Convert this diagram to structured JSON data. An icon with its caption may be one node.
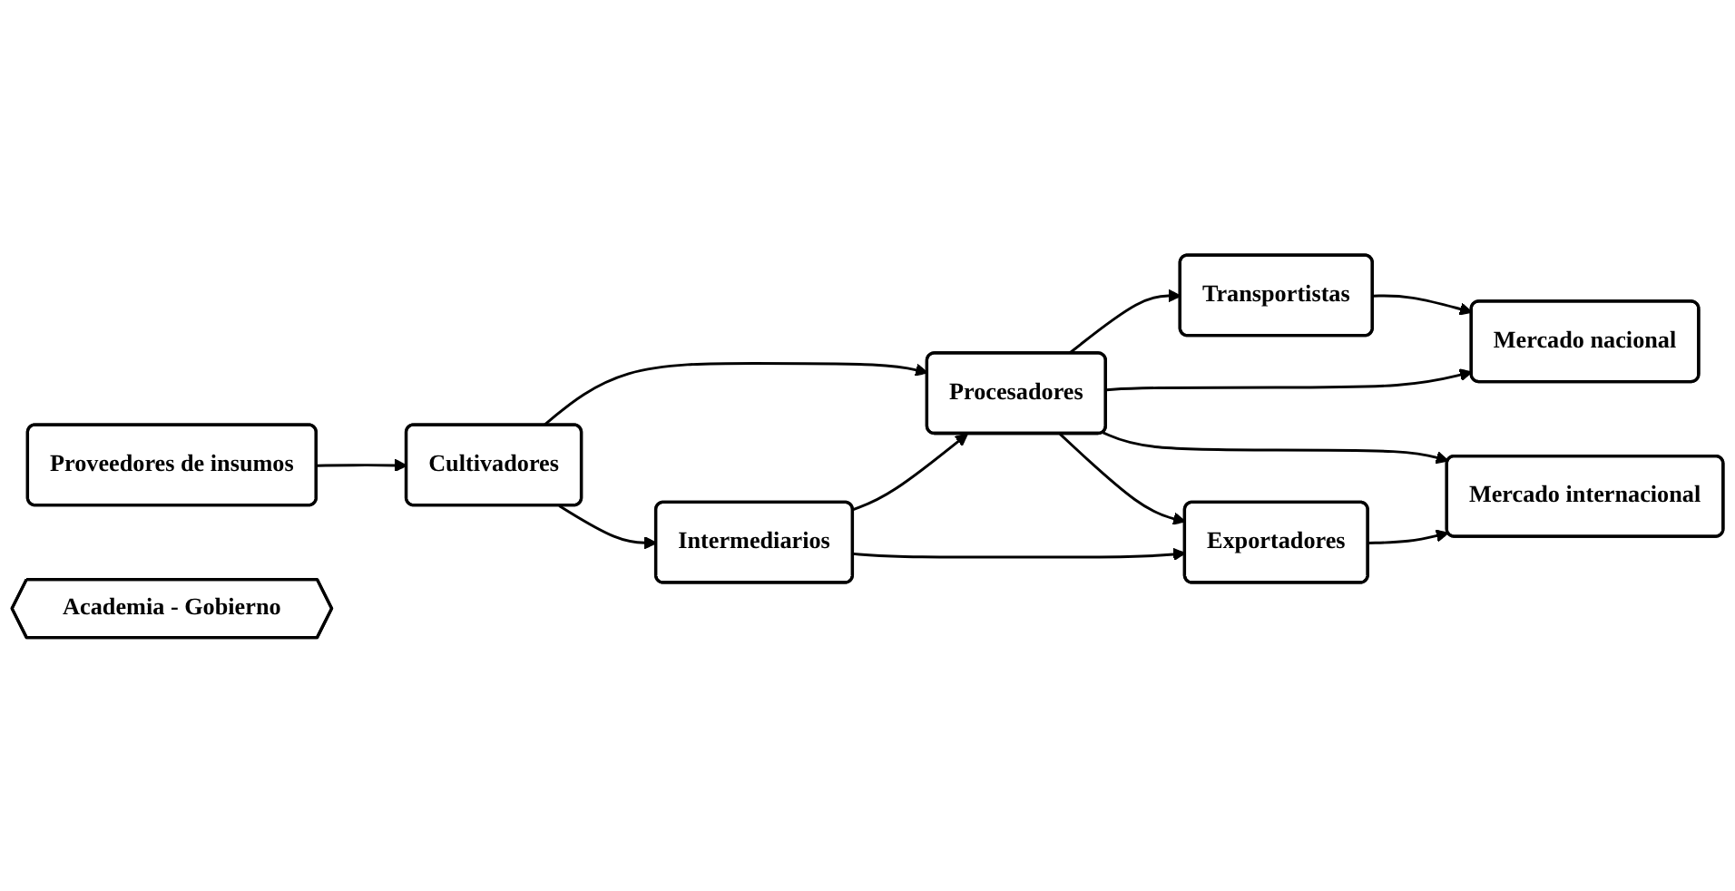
{
  "diagram": {
    "nodes": [
      {
        "text": [
          "Proveedores de insumos"
        ]
      },
      {
        "text": [
          "Cultivadores"
        ]
      },
      {
        "text": [
          "Procesadores"
        ]
      },
      {
        "text": [
          "Transportistas"
        ]
      },
      {
        "text": [
          "Mercado nacional"
        ]
      },
      {
        "text": [
          "Intermediarios"
        ]
      },
      {
        "text": [
          "Exportadores"
        ]
      },
      {
        "text": [
          "Mercado internacional"
        ]
      },
      {
        "text": [
          "Academia - Gobierno"
        ]
      }
    ],
    "edges": [
      {
        "from": 0,
        "to": 1,
        "arrow": "to"
      },
      {
        "from": 1,
        "to": 2,
        "arrow": "to"
      },
      {
        "from": 1,
        "to": 5,
        "arrow": "to"
      },
      {
        "from": 2,
        "to": 3,
        "arrow": "to"
      },
      {
        "from": 2,
        "to": 4,
        "arrow": "to"
      },
      {
        "from": 3,
        "to": 4,
        "arrow": "to"
      },
      {
        "from": 2,
        "to": 7,
        "arrow": "to"
      },
      {
        "from": 5,
        "to": 2,
        "arrow": "to"
      },
      {
        "from": 5,
        "to": 6,
        "arrow": "to"
      },
      {
        "from": 2,
        "to": 6,
        "arrow": "to"
      },
      {
        "from": 6,
        "to": 7,
        "arrow": "to"
      }
    ]
  }
}
